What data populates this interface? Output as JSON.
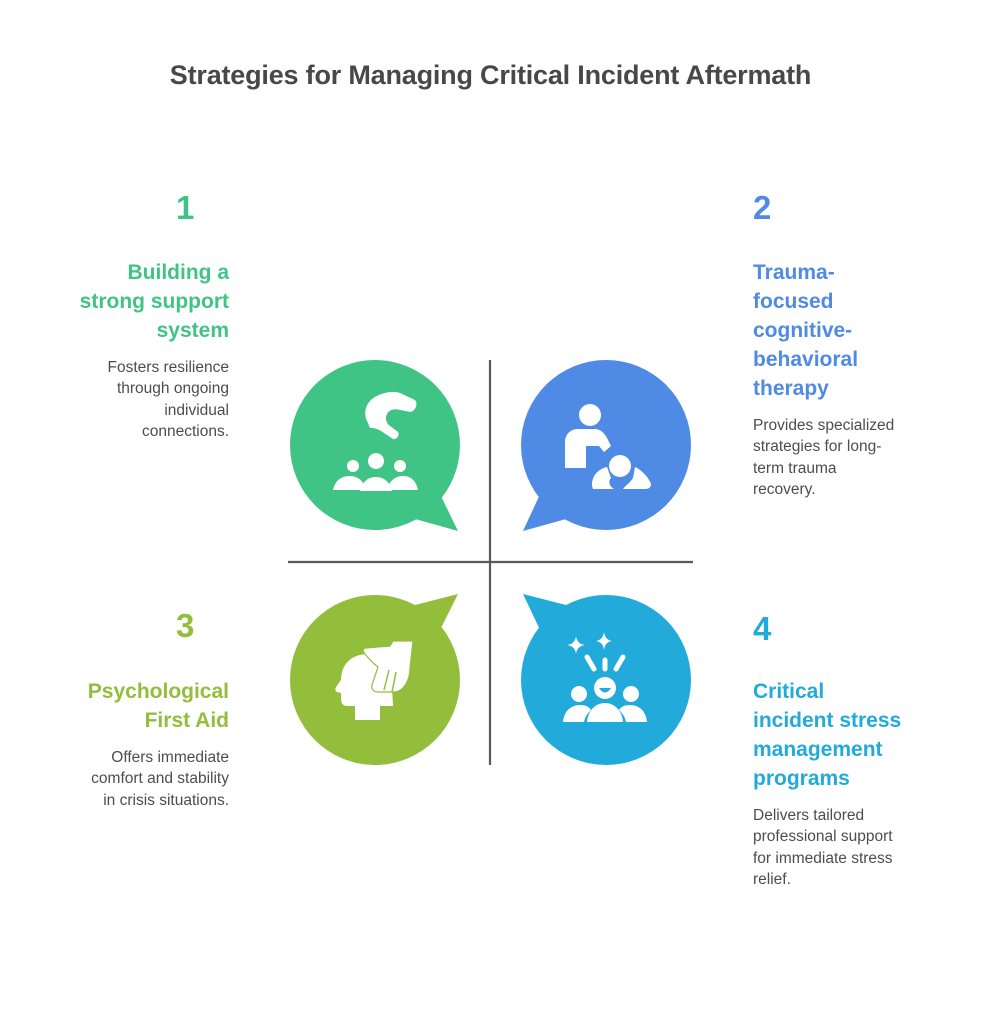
{
  "title": "Strategies for Managing Critical Incident Aftermath",
  "colors": {
    "q1": "#40C486",
    "q2": "#4F8AE5",
    "q3": "#92BE3C",
    "q4": "#22AADB",
    "divider": "#5a5a5a",
    "title": "#484848",
    "text": "#4d4d4d"
  },
  "quadrants": [
    {
      "number": "1",
      "heading_lines": [
        "Building a",
        "strong support",
        "system"
      ],
      "description_lines": [
        "Fosters resilience",
        "through ongoing",
        "individual",
        "connections."
      ],
      "icon": "hand-over-group-icon"
    },
    {
      "number": "2",
      "heading_lines": [
        "Trauma-",
        "focused",
        "cognitive-",
        "behavioral",
        "therapy"
      ],
      "description_lines": [
        "Provides specialized",
        "strategies for long-",
        "term trauma",
        "recovery."
      ],
      "icon": "therapist-patient-icon"
    },
    {
      "number": "3",
      "heading_lines": [
        "Psychological",
        "First Aid"
      ],
      "description_lines": [
        "Offers immediate",
        "comfort and stability",
        "in crisis situations."
      ],
      "icon": "hand-on-head-icon"
    },
    {
      "number": "4",
      "heading_lines": [
        "Critical",
        "incident stress",
        "management",
        "programs"
      ],
      "description_lines": [
        "Delivers tailored",
        "professional support",
        "for immediate stress",
        "relief."
      ],
      "icon": "happy-group-sparkle-icon"
    }
  ]
}
